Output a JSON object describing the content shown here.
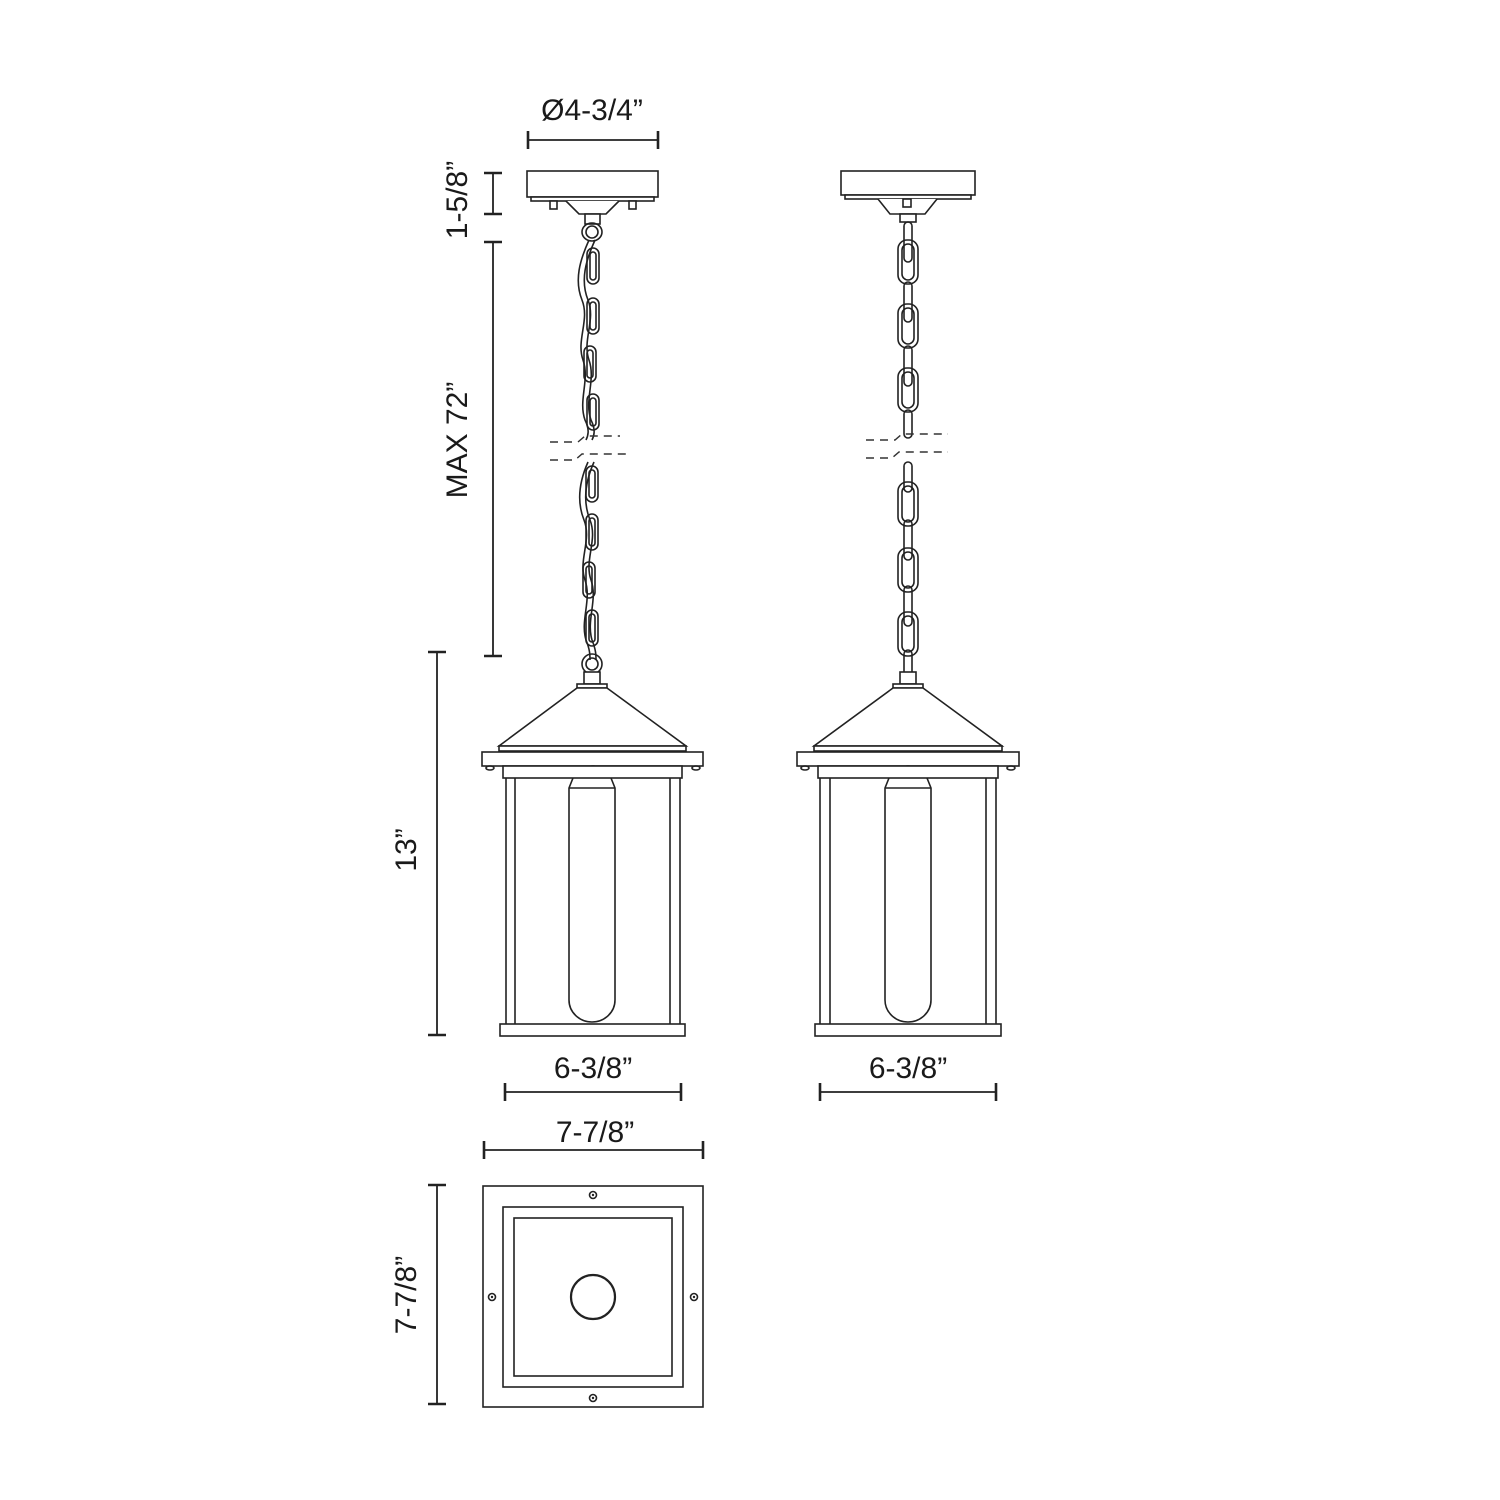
{
  "diagram": {
    "title": "Pendant lantern dimension drawing",
    "line_color": "#222222",
    "background": "#ffffff",
    "views": [
      {
        "name": "front-view",
        "description": "Pendant lantern with canopy, chain (broken), conical hood, glass cage with tube bulb"
      },
      {
        "name": "side-view",
        "description": "Same lantern rotated 90 degrees"
      },
      {
        "name": "bottom-view",
        "description": "Square plan view with 4 screws and central circular opening"
      }
    ],
    "dimensions": {
      "canopy_diameter": "Ø4-3/4”",
      "canopy_height": "1-5/8”",
      "chain_max_length": "MAX 72”",
      "fixture_height": "13”",
      "body_width_front": "6-3/8”",
      "body_width_side": "6-3/8”",
      "top_width": "7-7/8”",
      "top_depth": "7-7/8”"
    }
  }
}
